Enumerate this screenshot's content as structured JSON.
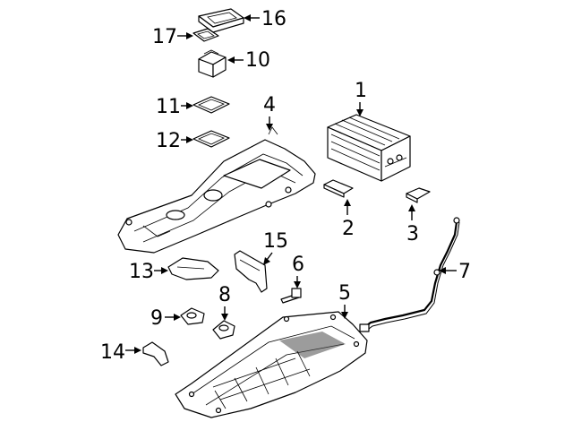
{
  "diagram": {
    "callouts": [
      {
        "id": "c1",
        "label": "1"
      },
      {
        "id": "c2",
        "label": "2"
      },
      {
        "id": "c3",
        "label": "3"
      },
      {
        "id": "c4",
        "label": "4"
      },
      {
        "id": "c5",
        "label": "5"
      },
      {
        "id": "c6",
        "label": "6"
      },
      {
        "id": "c7",
        "label": "7"
      },
      {
        "id": "c8",
        "label": "8"
      },
      {
        "id": "c9",
        "label": "9"
      },
      {
        "id": "c10",
        "label": "10"
      },
      {
        "id": "c11",
        "label": "11"
      },
      {
        "id": "c12",
        "label": "12"
      },
      {
        "id": "c13",
        "label": "13"
      },
      {
        "id": "c14",
        "label": "14"
      },
      {
        "id": "c16",
        "label": "16"
      },
      {
        "id": "c17",
        "label": "17"
      },
      {
        "id": "c15",
        "label": "15"
      }
    ]
  }
}
